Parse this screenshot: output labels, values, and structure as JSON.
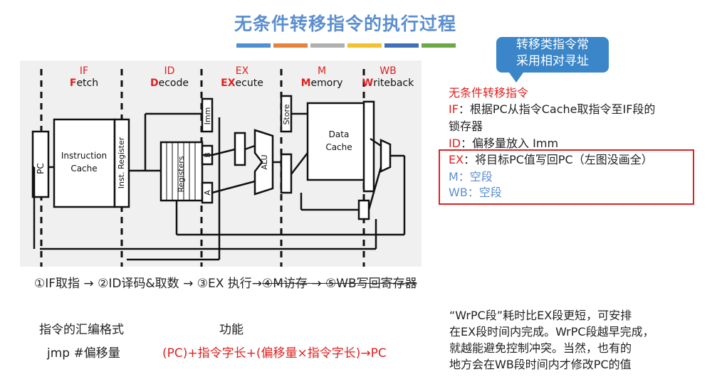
{
  "title": "无条件转移指令的执行过程",
  "color_bar": [
    "#4e90d0",
    "#e8823a",
    "#b0b0b0",
    "#f2c12e",
    "#3f71b8",
    "#6aaa44"
  ],
  "callout": {
    "line1": "转移类指令常",
    "line2": "采用相对寻址"
  },
  "stages": [
    {
      "code": "IF",
      "first": "F",
      "rest": "etch"
    },
    {
      "code": "ID",
      "first": "D",
      "rest": "ecode"
    },
    {
      "code": "EX",
      "first": "EX",
      "rest": "ecute"
    },
    {
      "code": "M",
      "first": "M",
      "rest": "emory"
    },
    {
      "code": "WB",
      "first": "W",
      "rest": "riteback"
    }
  ],
  "diagram": {
    "pc": "PC",
    "instruction_cache": "Instruction",
    "cache": "Cache",
    "inst_register": "Inst. Register",
    "registers": "Registers",
    "imm": "Imm",
    "b": "B",
    "a": "A",
    "alu": "ALU",
    "store": "Store",
    "data_cache_1": "Data",
    "data_cache_2": "Cache"
  },
  "right": {
    "heading": "无条件转移指令",
    "if_label": "IF",
    "if_text": "：根据PC从指令Cache取指令至IF段的",
    "if_text2": "锁存器",
    "id_label": "ID",
    "id_text": "：偏移量放入 Imm",
    "ex_label": "EX",
    "ex_text": "：将目标PC值写回PC（左图没画全）",
    "m_text": "M：空段",
    "wb_text": "WB：空段"
  },
  "steps": {
    "normal": "①IF取指 → ②ID译码&取数 → ③EX 执行→",
    "struck": "④M访存 → ⑤WB写回寄存器"
  },
  "format": {
    "header_left": "指令的汇编格式",
    "header_right": "功能",
    "asm": "jmp   #偏移量",
    "func": "(PC)+指令字长+(偏移量×指令字长)→PC"
  },
  "note": [
    "“WrPC段”耗时比EX段更短，可安排",
    "在EX段时间内完成。WrPC段越早完成，",
    "就越能避免控制冲突。当然，也有的",
    "地方会在WB段时间内才修改PC的值"
  ]
}
